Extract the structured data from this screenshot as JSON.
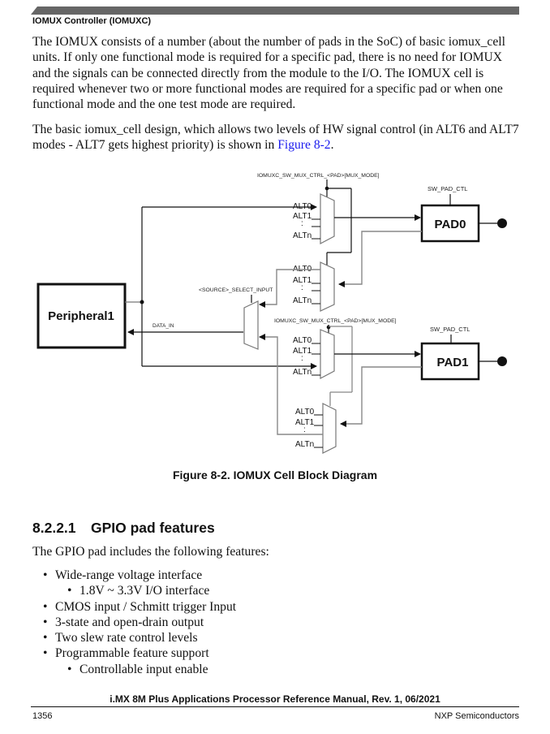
{
  "header": {
    "section": "IOMUX Controller (IOMUXC)"
  },
  "body": {
    "para1": "The IOMUX consists of a number (about the number of pads in the SoC) of basic iomux_cell units. If only one functional mode is required for a specific pad, there is no need for IOMUX and the signals can be connected directly from the module to the I/O. The IOMUX cell is required whenever two or more functional modes are required for a specific pad or when one functional mode and the one test mode are required.",
    "para2_text": "The basic iomux_cell design, which allows two levels of HW signal control (in ALT6 and ALT7 modes - ALT7 gets highest priority) is shown in ",
    "para2_link": "Figure 8-2",
    "para2_end": "."
  },
  "diagram": {
    "peripheral_label": "Peripheral1",
    "pad0_label": "PAD0",
    "pad1_label": "PAD1",
    "sw_pad_ctl_label": "SW_PAD_CTL",
    "mux_ctrl_top_label": "IOMUXC_SW_MUX_CTRL_<PAD>[MUX_MODE]",
    "mux_ctrl_bottom_label": "IOMUXC_SW_MUX_CTRL_<PAD>[MUX_MODE]",
    "select_input_label": "<SOURCE>_SELECT_INPUT",
    "data_in_label": "DATA_IN",
    "alt0": "ALT0",
    "alt1": "ALT1",
    "dots": ":",
    "altn": "ALTn"
  },
  "figure": {
    "caption": "Figure 8-2. IOMUX Cell Block Diagram"
  },
  "section": {
    "number": "8.2.2.1",
    "title": "GPIO pad features",
    "intro": "The GPIO pad includes the following features:",
    "items": [
      "Wide-range voltage interface",
      "1.8V ~ 3.3V I/O interface",
      "CMOS input / Schmitt trigger Input",
      "3-state and open-drain output",
      "Two slew rate control levels",
      "Programmable feature support",
      "Controllable input enable"
    ]
  },
  "footer": {
    "title": "i.MX 8M Plus Applications Processor Reference Manual, Rev. 1, 06/2021",
    "page_number": "1356",
    "company": "NXP Semiconductors"
  }
}
